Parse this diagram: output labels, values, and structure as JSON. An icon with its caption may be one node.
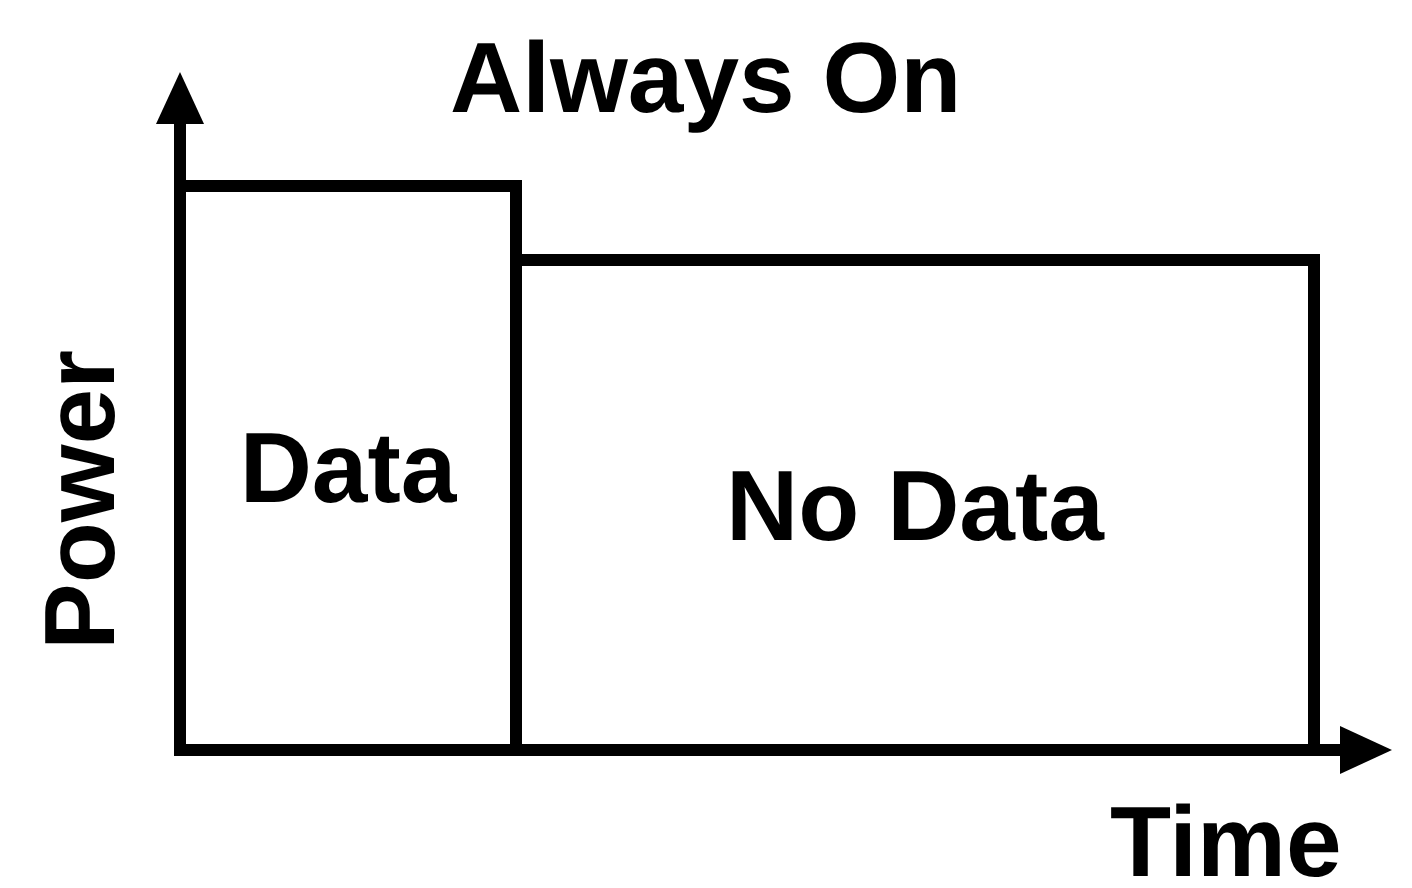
{
  "diagram": {
    "title": "Always On",
    "nodes": [
      {
        "text": [
          "Data"
        ]
      },
      {
        "text": [
          "No Data"
        ]
      }
    ],
    "edges": [],
    "labels": [
      "Power",
      "Time"
    ]
  }
}
